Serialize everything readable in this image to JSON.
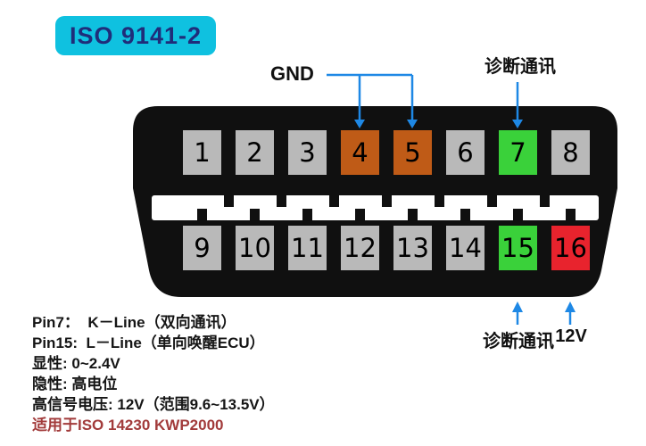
{
  "badge": {
    "label": "ISO 9141-2"
  },
  "labels": {
    "gnd": "GND",
    "pin7_callout": "诊断通讯",
    "pin15_callout": "诊断通讯",
    "pin16_callout": "12V"
  },
  "connector": {
    "rows": [
      {
        "pins": [
          {
            "num": "1",
            "type": "gray"
          },
          {
            "num": "2",
            "type": "gray"
          },
          {
            "num": "3",
            "type": "gray"
          },
          {
            "num": "4",
            "type": "orange"
          },
          {
            "num": "5",
            "type": "orange"
          },
          {
            "num": "6",
            "type": "gray"
          },
          {
            "num": "7",
            "type": "green"
          },
          {
            "num": "8",
            "type": "gray"
          }
        ]
      },
      {
        "pins": [
          {
            "num": "9",
            "type": "gray"
          },
          {
            "num": "10",
            "type": "gray"
          },
          {
            "num": "11",
            "type": "gray"
          },
          {
            "num": "12",
            "type": "gray"
          },
          {
            "num": "13",
            "type": "gray"
          },
          {
            "num": "14",
            "type": "gray"
          },
          {
            "num": "15",
            "type": "green"
          },
          {
            "num": "16",
            "type": "red"
          }
        ]
      }
    ]
  },
  "notes": [
    {
      "text": "Pin7：  K－Line（双向通讯）",
      "emphasis": "normal"
    },
    {
      "text": "Pin15:  L－Line（单向唤醒ECU）",
      "emphasis": "normal"
    },
    {
      "text": "显性: 0~2.4V",
      "emphasis": "normal"
    },
    {
      "text": "隐性: 高电位",
      "emphasis": "normal"
    },
    {
      "text": "高信号电压: 12V（范围9.6~13.5V）",
      "emphasis": "normal"
    },
    {
      "text": "适用于ISO 14230 KWP2000",
      "emphasis": "red"
    }
  ],
  "colors": {
    "badge_bg": "#0fc1e0",
    "badge_text": "#1f2d7a",
    "pin_gray": "#b9b9b9",
    "pin_orange": "#bf5b17",
    "pin_green": "#3ad13a",
    "pin_red": "#e8232d",
    "arrow_blue": "#1e88e5",
    "note_red": "#a23b3b",
    "connector_black": "#101010"
  }
}
